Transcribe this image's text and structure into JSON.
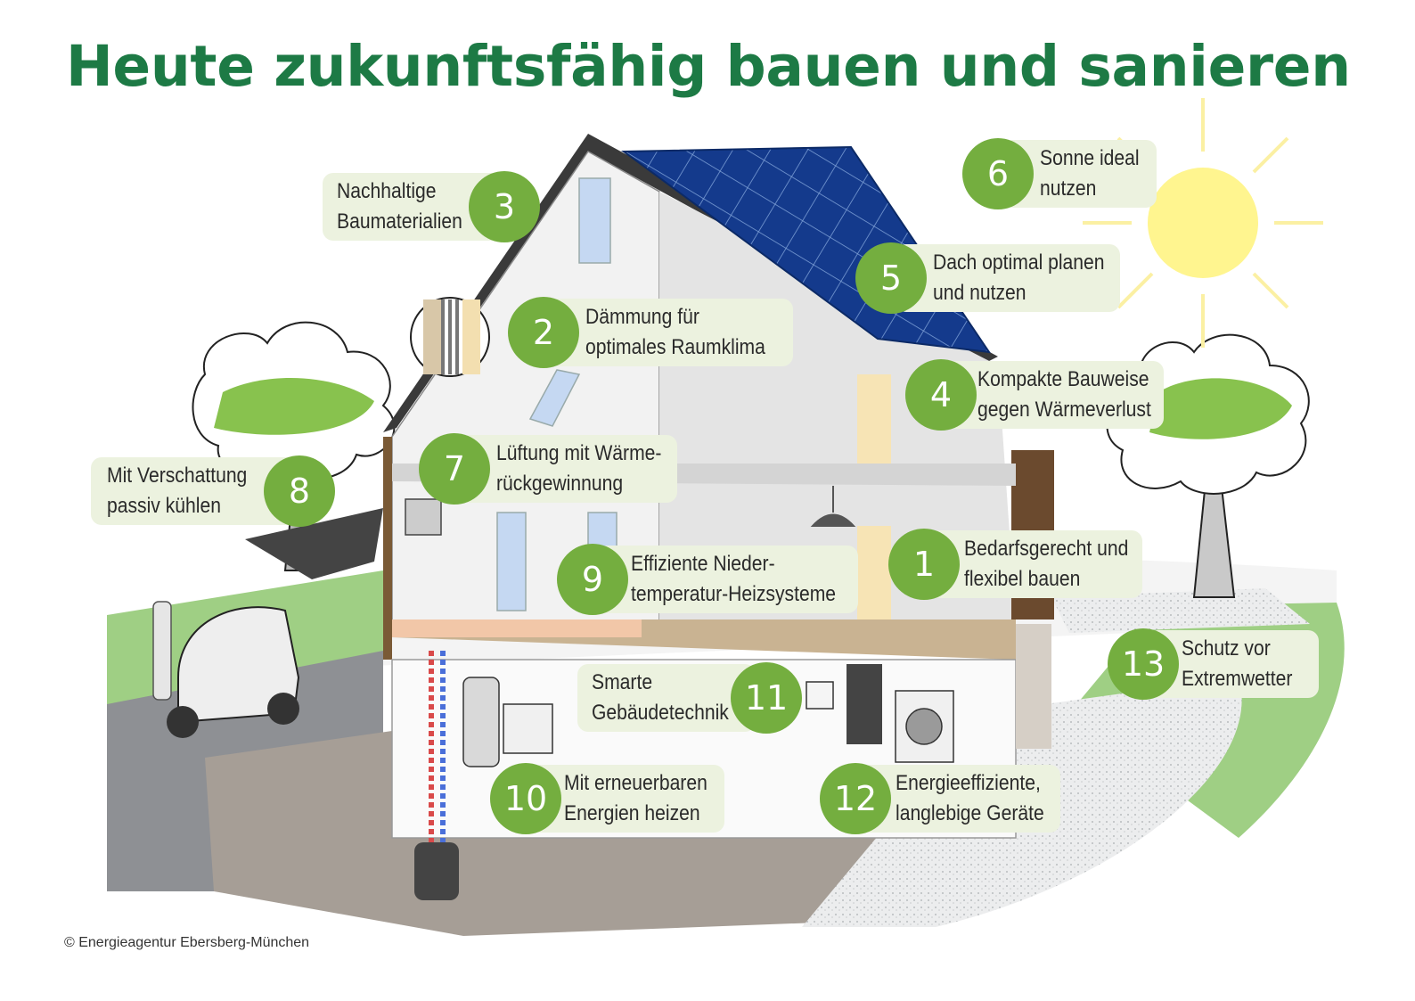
{
  "title": "Heute zukunftsfähig bauen und sanieren",
  "copyright": "© Energieagentur Ebersberg-München",
  "colors": {
    "title": "#1d7a45",
    "badge": "#74ae3f",
    "box": "#ecf2df",
    "text": "#2a2a2a"
  },
  "callouts": [
    {
      "number": "1",
      "lines": [
        "Bedarfsgerecht und",
        "flexibel bauen"
      ]
    },
    {
      "number": "2",
      "lines": [
        "Dämmung für",
        "optimales Raumklima"
      ]
    },
    {
      "number": "3",
      "lines": [
        "Nachhaltige",
        "Baumaterialien"
      ]
    },
    {
      "number": "4",
      "lines": [
        "Kompakte Bauweise",
        "gegen Wärmeverlust"
      ]
    },
    {
      "number": "5",
      "lines": [
        "Dach optimal planen",
        "und nutzen"
      ]
    },
    {
      "number": "6",
      "lines": [
        "Sonne ideal",
        "nutzen"
      ]
    },
    {
      "number": "7",
      "lines": [
        "Lüftung mit Wärme-",
        "rückgewinnung"
      ]
    },
    {
      "number": "8",
      "lines": [
        "Mit Verschattung",
        "passiv kühlen"
      ]
    },
    {
      "number": "9",
      "lines": [
        "Effiziente Nieder-",
        "temperatur-Heizsysteme"
      ]
    },
    {
      "number": "10",
      "lines": [
        "Mit erneuerbaren",
        "Energien heizen"
      ]
    },
    {
      "number": "11",
      "lines": [
        "Smarte",
        "Gebäudetechnik"
      ]
    },
    {
      "number": "12",
      "lines": [
        "Energieeffiziente,",
        "langlebige Geräte"
      ]
    },
    {
      "number": "13",
      "lines": [
        "Schutz vor",
        "Extremwetter"
      ]
    }
  ]
}
